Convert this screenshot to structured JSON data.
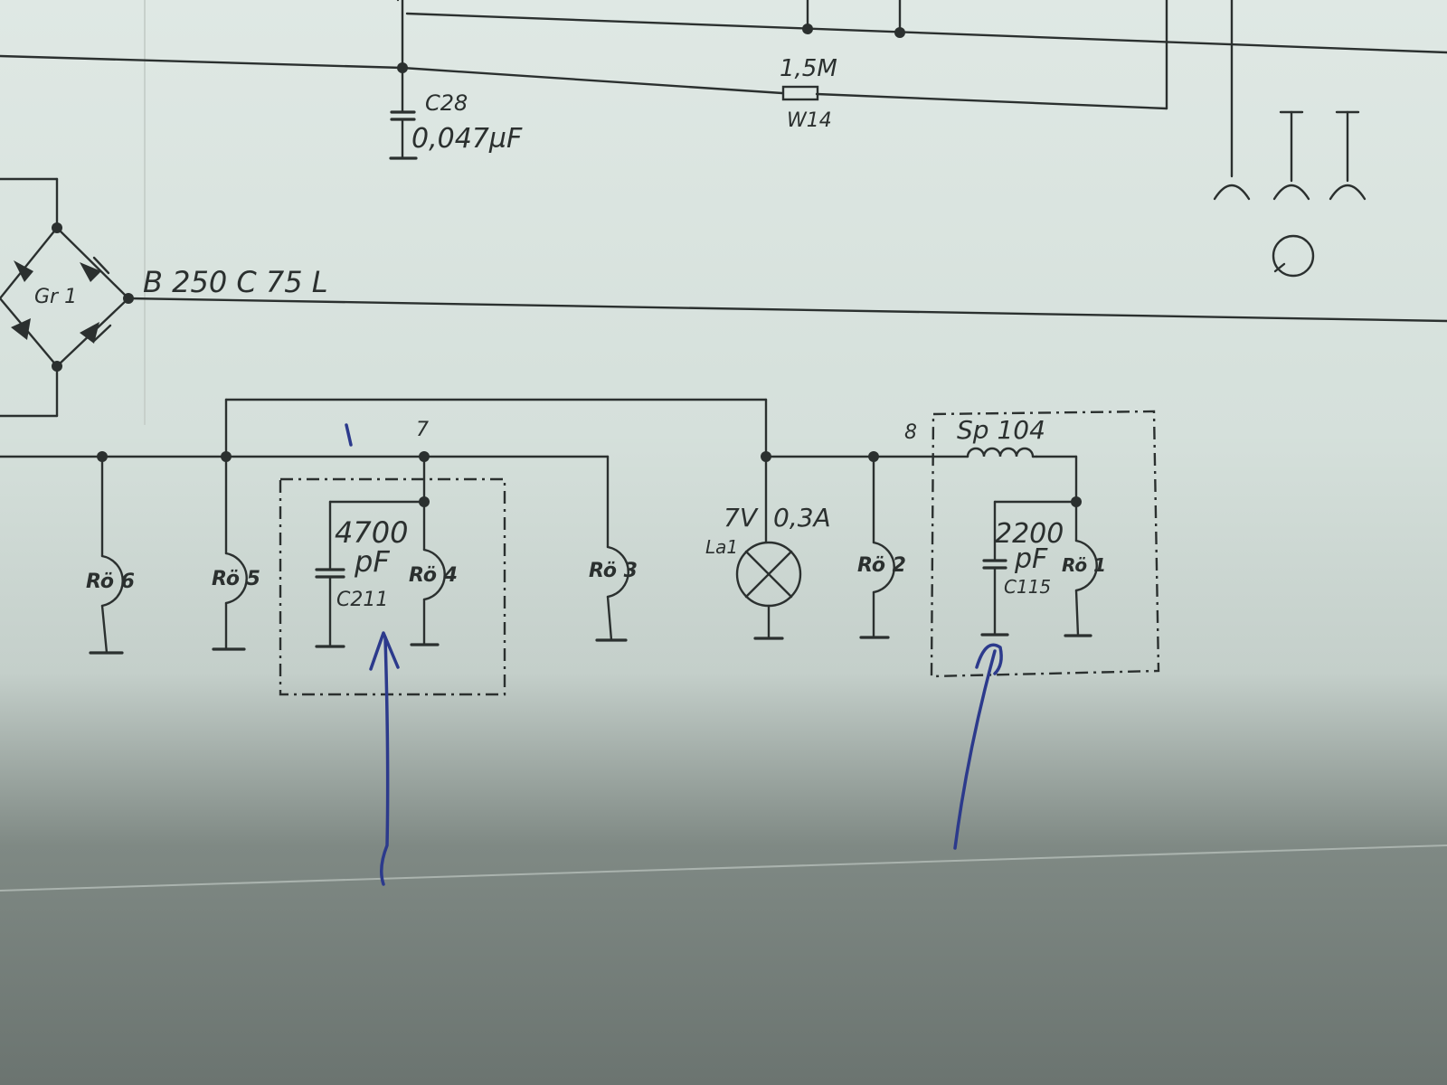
{
  "top": {
    "cap_ref": "C28",
    "cap_value": "0,047µF",
    "res_value": "1,5M",
    "res_ref": "W14"
  },
  "rectifier": {
    "ref": "Gr 1",
    "type": "B 250 C 75 L"
  },
  "filament": {
    "node_7": "7",
    "node_8": "8",
    "tubes": [
      "Rö 6",
      "Rö 5",
      "Rö 4",
      "Rö 3",
      "Rö 2",
      "Rö 1"
    ],
    "c211": {
      "value_line1": "4700",
      "value_line2": "pF",
      "ref": "C211"
    },
    "lamp": {
      "voltage": "7V",
      "current": "0,3A",
      "ref": "La1"
    },
    "choke": {
      "ref": "Sp 104"
    },
    "c115": {
      "value_line1": "2200",
      "value_line2": "pF",
      "ref": "C115"
    }
  },
  "colors": {
    "print": "#2b302f",
    "pen_ink": "#2c3a8c",
    "paper": "#dfe8e4"
  }
}
